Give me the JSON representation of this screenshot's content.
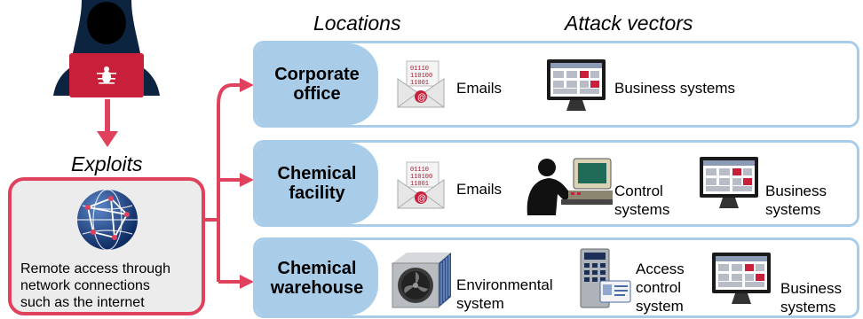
{
  "headers": {
    "locations": "Locations",
    "attack_vectors": "Attack vectors"
  },
  "exploits_label": "Exploits",
  "remote_access": {
    "lines": [
      "Remote access through",
      "network connections",
      "such as the internet"
    ],
    "icon": "globe-network-icon"
  },
  "colors": {
    "accent_red": "#e0425d",
    "location_blue": "#a9cde9",
    "remote_bg": "#ececec"
  },
  "rows": [
    {
      "location": [
        "Corporate",
        "office"
      ],
      "vectors": [
        {
          "lines": [
            "Emails"
          ],
          "icon": "email-icon"
        },
        {
          "lines": [
            "Business systems"
          ],
          "icon": "monitor-icon"
        }
      ]
    },
    {
      "location": [
        "Chemical",
        "facility"
      ],
      "vectors": [
        {
          "lines": [
            "Emails"
          ],
          "icon": "email-icon"
        },
        {
          "lines": [
            "Control",
            "systems"
          ],
          "icon": "operator-workstation-icon"
        },
        {
          "lines": [
            "Business",
            "systems"
          ],
          "icon": "monitor-icon"
        }
      ]
    },
    {
      "location": [
        "Chemical",
        "warehouse"
      ],
      "vectors": [
        {
          "lines": [
            "Environmental",
            "system"
          ],
          "icon": "hvac-unit-icon"
        },
        {
          "lines": [
            "Access",
            "control",
            "system"
          ],
          "icon": "access-panel-icon"
        },
        {
          "lines": [
            "Business",
            "systems"
          ],
          "icon": "monitor-icon"
        }
      ]
    }
  ]
}
